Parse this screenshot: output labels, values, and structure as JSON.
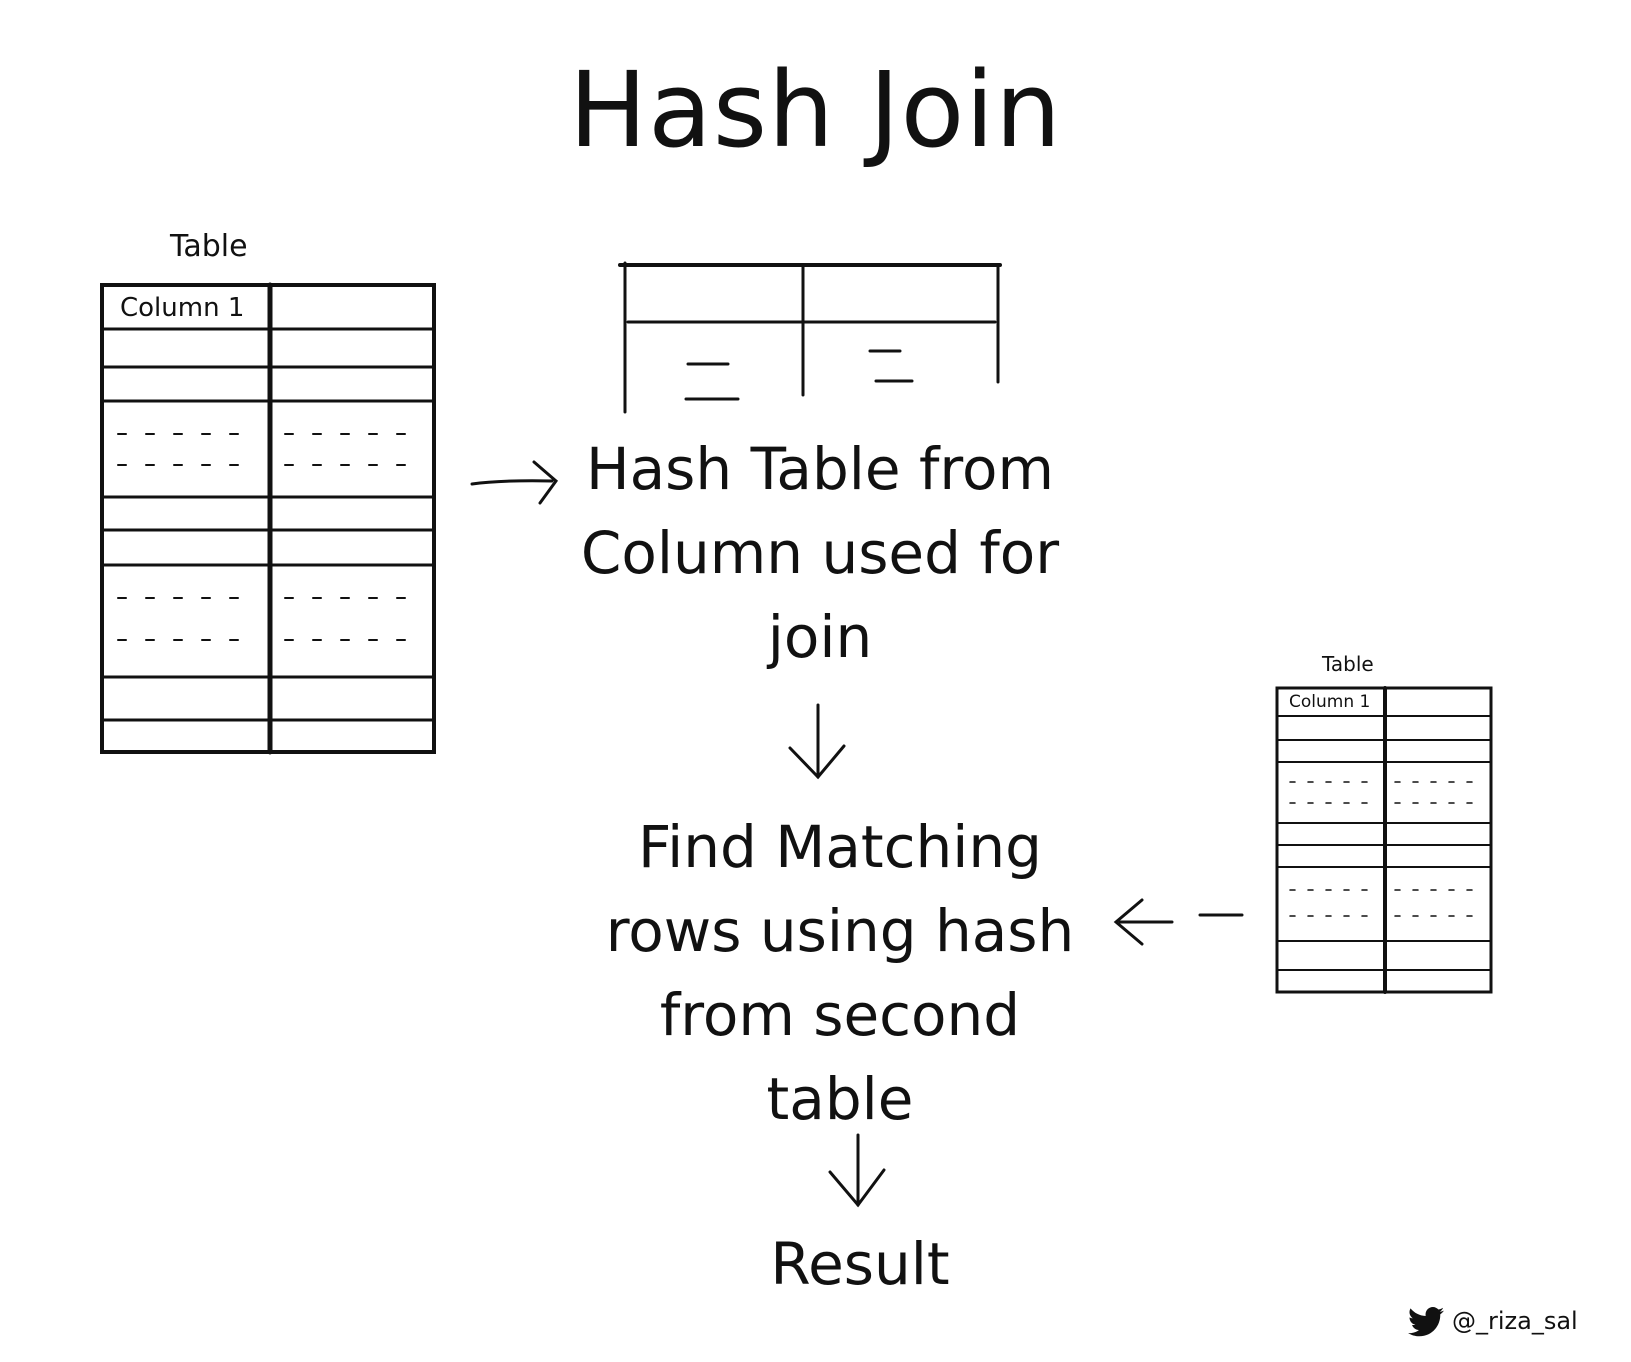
{
  "title": "Hash Join",
  "left_table": {
    "label": "Table",
    "header_cell": "Column 1"
  },
  "right_table": {
    "label": "Table",
    "header_cell": "Column 1"
  },
  "steps": {
    "hash_table": "Hash Table from\nColumn used for\njoin",
    "find_matching": "Find Matching\nrows using hash\nfrom second\ntable",
    "result": "Result"
  },
  "footer": {
    "handle": "@_riza_sal",
    "icon": "twitter-bird-icon"
  }
}
